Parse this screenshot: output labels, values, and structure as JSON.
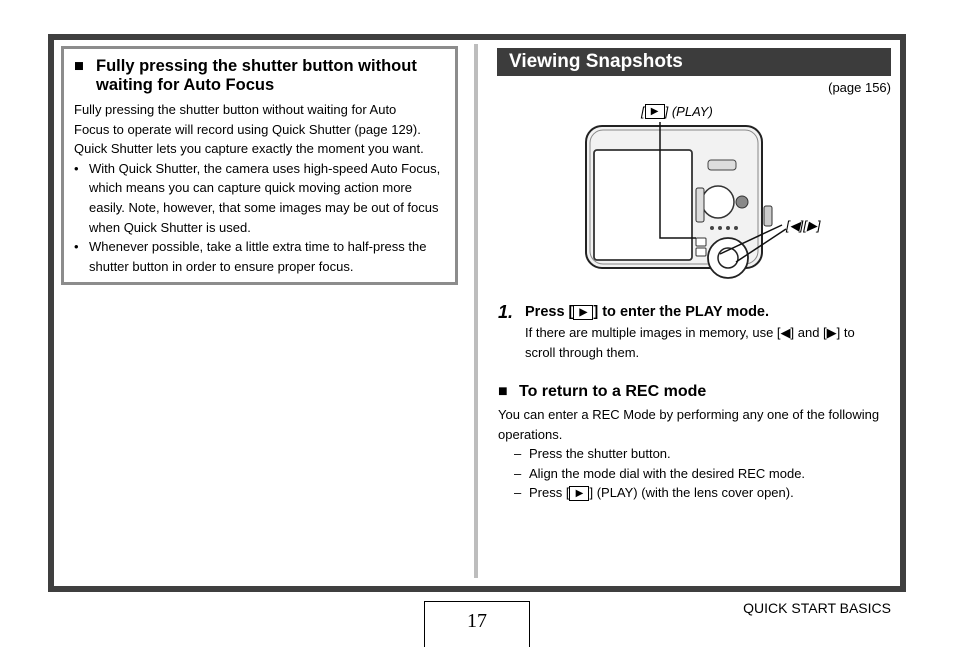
{
  "left_box": {
    "bullet_mark": "■",
    "heading": "Fully pressing the shutter button without waiting for Auto Focus",
    "intro_line1": "Fully pressing the shutter button without waiting for Auto",
    "intro_line2": "Focus to operate will record using Quick Shutter (page 129).",
    "intro_line3": "Quick Shutter lets you capture exactly the moment you want.",
    "bullets": [
      {
        "mark": "•",
        "text": "With Quick Shutter, the camera uses high-speed Auto Focus, which means you can capture quick moving action more easily. Note, however, that some images may be out of focus when Quick Shutter is used."
      },
      {
        "mark": "•",
        "text": "Whenever possible, take a little extra time to half-press the shutter button in order to ensure proper focus."
      }
    ]
  },
  "right": {
    "section_title": "Viewing Snapshots",
    "page_ref": "(page 156)",
    "figure": {
      "play_label_open": "[",
      "play_label_close": "] (PLAY)",
      "play_glyph": "▶",
      "arrows_label": "[◀][▶]"
    },
    "step1": {
      "number": "1.",
      "title_pre": "Press [",
      "title_post": "] to enter the PLAY mode.",
      "play_glyph": "▶",
      "desc": "If there are multiple images in memory, use [◀] and [▶] to scroll through them."
    },
    "rec": {
      "mark": "■",
      "heading": "To return to a REC mode",
      "intro": "You can enter a REC Mode by performing any one of the following operations.",
      "items": [
        {
          "dash": "–",
          "text": "Press the shutter button."
        },
        {
          "dash": "–",
          "text": "Align the mode dial with the desired REC mode."
        },
        {
          "dash": "–",
          "pre": "Press [",
          "glyph": "▶",
          "post": "] (PLAY) (with the lens cover open)."
        }
      ]
    }
  },
  "footer": {
    "page_number": "17",
    "section": "QUICK START BASICS"
  }
}
